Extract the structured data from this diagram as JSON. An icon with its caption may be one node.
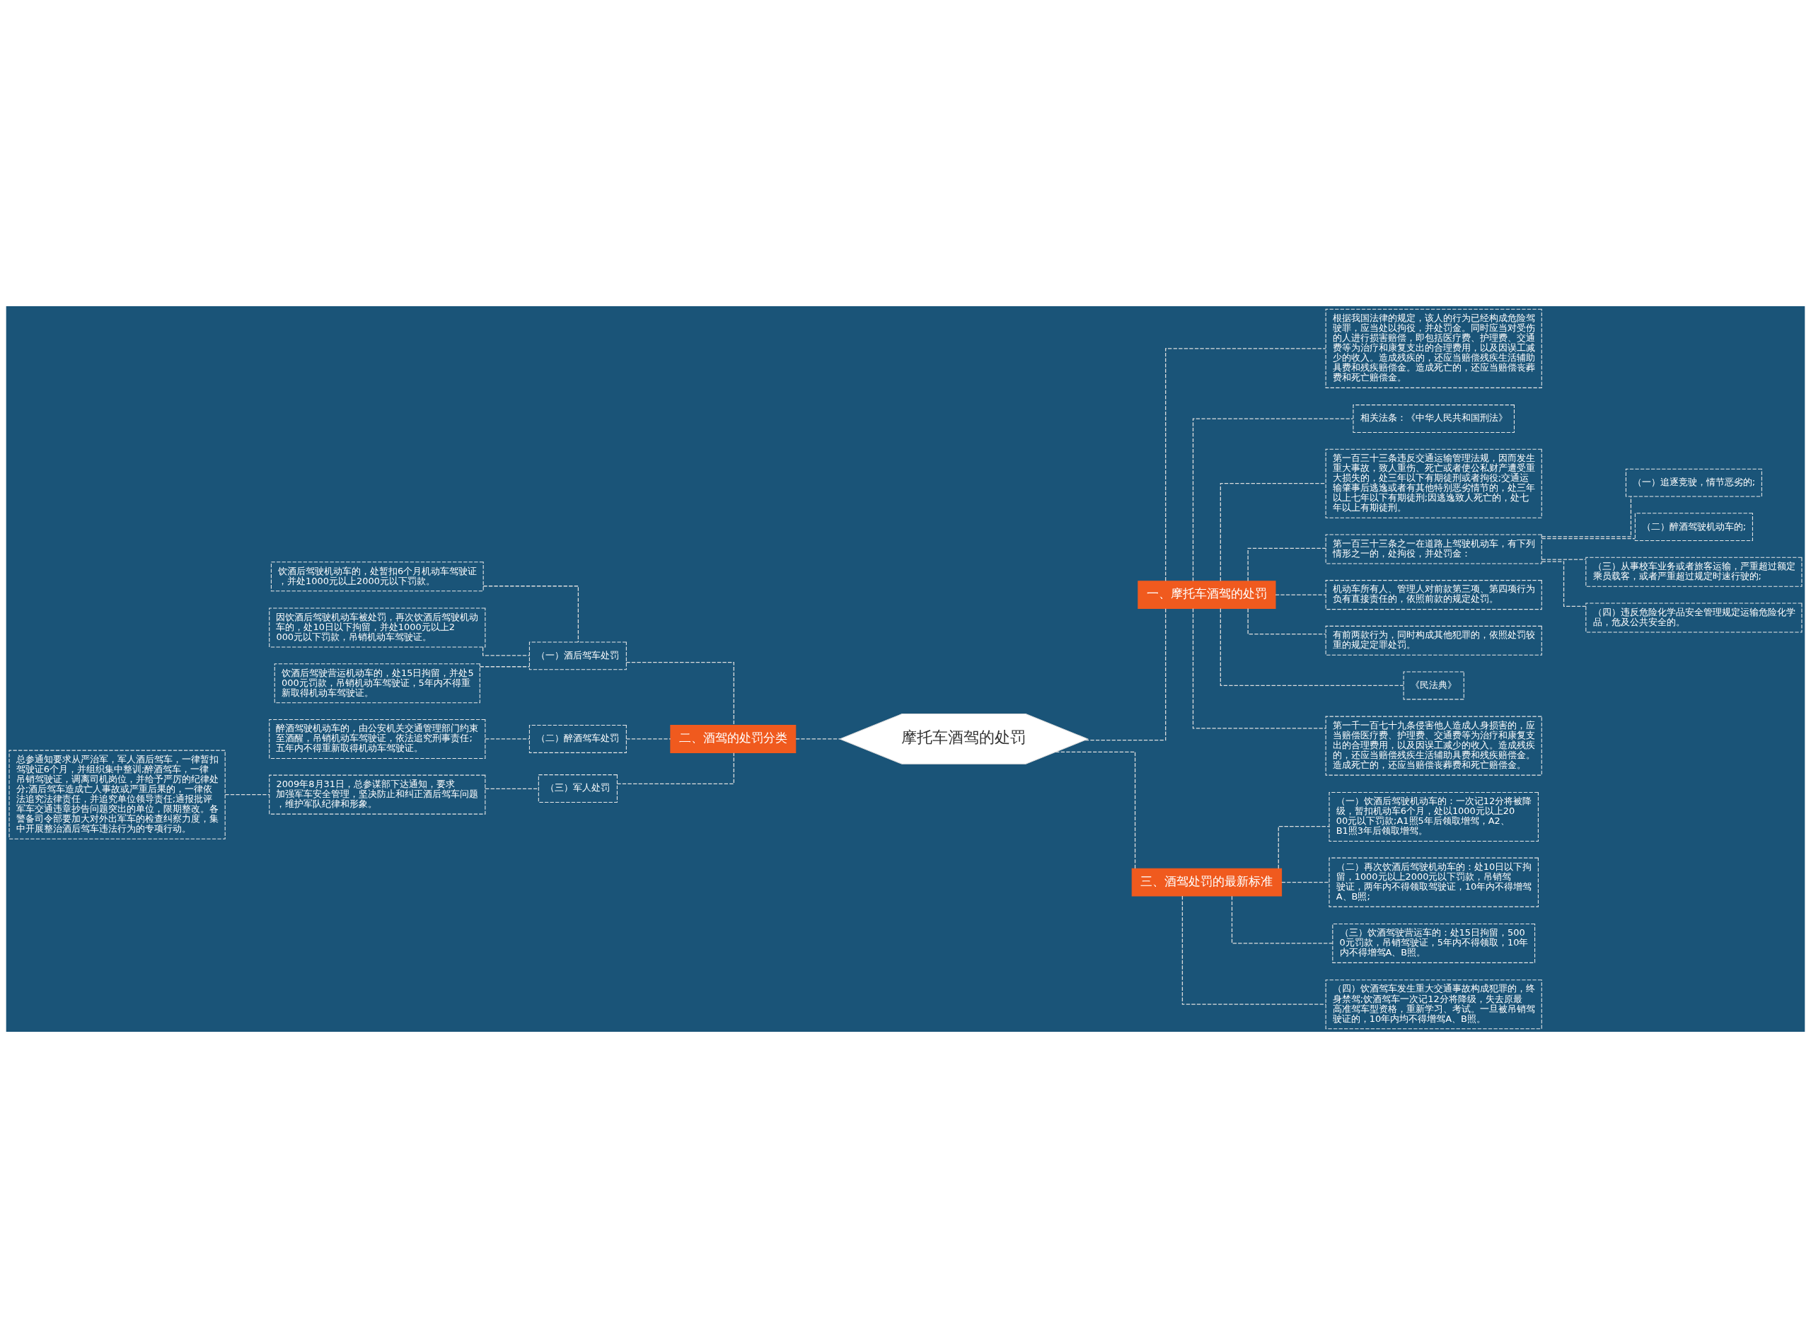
{
  "diagram": {
    "nodes": [
      {
        "text": [
          "摩托车酒驾的处罚"
        ]
      },
      {
        "text": [
          "一、摩托车酒驾的处罚"
        ]
      },
      {
        "text": [
          "根据我国法律的规定，该人的行为已经构成危险驾驶罪，应当处以拘役，并处罚金。同时应当对受伤的人进行损害赔偿，即包括医疗费、护理费、交通费等为治疗和康复支出的合理费用，以及因误工减少的收入。造成残疾的，还应当赔偿残疾生活辅助具费和残疾赔偿金。造成死亡的，还应当赔偿丧葬费和死亡赔偿金。"
        ]
      },
      {
        "text": [
          "相关法条：《中华人民共和国刑法》"
        ]
      },
      {
        "text": [
          "第一百三十三条违反交通运输管理法规，因而发生重大事故，致人重伤、死亡或者使公私财产遭受重大损失的，处三年以下有期徒刑或者拘役;交通运输肇事后逃逸或者有其他特别恶劣情节的，处三年以上七年以下有期徒刑;因逃逸致人死亡的，处七年以上有期徒刑。"
        ]
      },
      {
        "text": [
          "第一百三十三条之一在道路上驾驶机动车，有下列情形之一的，处拘役，并处罚金："
        ]
      },
      {
        "text": [
          "（一）追逐竞驶，情节恶劣的;"
        ]
      },
      {
        "text": [
          "（二）醉酒驾驶机动车的;"
        ]
      },
      {
        "text": [
          "（三）从事校车业务或者旅客运输，严重超过额定乘员载客，或者严重超过规定时速行驶的;"
        ]
      },
      {
        "text": [
          "（四）违反危险化学品安全管理规定运输危险化学品，危及公共安全的。"
        ]
      },
      {
        "text": [
          "机动车所有人、管理人对前款第三项、第四项行为负有直接责任的，依照前款的规定处罚。"
        ]
      },
      {
        "text": [
          "有前两款行为，同时构成其他犯罪的，依照处罚较重的规定定罪处罚。"
        ]
      },
      {
        "text": [
          "《民法典》"
        ]
      },
      {
        "text": [
          "第一千一百七十九条侵害他人造成人身损害的，应当赔偿医疗费、护理费、交通费等为治疗和康复支出的合理费用，以及因误工减少的收入。造成残疾的，还应当赔偿残疾生活辅助具费和残疾赔偿金。造成死亡的，还应当赔偿丧葬费和死亡赔偿金。"
        ]
      },
      {
        "text": [
          "二、酒驾的处罚分类"
        ]
      },
      {
        "text": [
          "（一）酒后驾车处罚"
        ]
      },
      {
        "text": [
          "饮酒后驾驶机动车的，处暂扣6个月机动车驾驶证，并处1000元以上2000元以下罚款。"
        ]
      },
      {
        "text": [
          "因饮酒后驾驶机动车被处罚，再次饮酒后驾驶机动车的，处10日以下拘留，并处1000元以上2000元以下罚款，吊销机动车驾驶证。"
        ]
      },
      {
        "text": [
          "饮酒后驾驶营运机动车的，处15日拘留，并处5000元罚款，吊销机动车驾驶证，5年内不得重新取得机动车驾驶证。"
        ]
      },
      {
        "text": [
          "（二）醉酒驾车处罚"
        ]
      },
      {
        "text": [
          "醉酒驾驶机动车的，由公安机关交通管理部门约束至酒醒，吊销机动车驾驶证，依法追究刑事责任;五年内不得重新取得机动车驾驶证。"
        ]
      },
      {
        "text": [
          "（三）军人处罚"
        ]
      },
      {
        "text": [
          "2009年8月31日，总参谋部下达通知，要求加强军车安全管理，坚决防止和纠正酒后驾车问题，维护军队纪律和形象。"
        ]
      },
      {
        "text": [
          "总参通知要求从严治军，军人酒后驾车，一律暂扣驾驶证6个月，并组织集中整训;醉酒驾车，一律吊销驾驶证，调离司机岗位，并给予严厉的纪律处分;酒后驾车造成亡人事故或严重后果的，一律依法追究法律责任，并追究单位领导责任;通报批评军车交通违章抄告问题突出的单位，限期整改。各警备司令部要加大对外出军车的检查纠察力度，集中开展整治酒后驾车违法行为的专项行动。"
        ]
      },
      {
        "text": [
          "三、酒驾处罚的最新标准"
        ]
      },
      {
        "text": [
          "（一）饮酒后驾驶机动车的：一次记12分将被降级，暂扣机动车6个月，处以1000元以上2000元以下罚款;A1照5年后领取增驾，A2、B1照3年后领取增驾。"
        ]
      },
      {
        "text": [
          "（二）再次饮酒后驾驶机动车的：处10日以下拘留，1000元以上2000元以下罚款，吊销驾驶证，两年内不得领取驾驶证，10年内不得增驾A、B照;"
        ]
      },
      {
        "text": [
          "（三）饮酒驾驶营运车的：处15日拘留，5000元罚款，吊销驾驶证，5年内不得领取，10年内不得增驾A、B照。"
        ]
      },
      {
        "text": [
          "（四）饮酒驾车发生重大交通事故构成犯罪的，终身禁驾;饮酒驾车一次记12分将降级，失去原最高准驾车型资格，重新学习、考试。一旦被吊销驾驶证的，10年内均不得增驾A、B照。"
        ]
      }
    ],
    "edges": [
      {
        "from": 0,
        "to": 1,
        "arrow": "none",
        "style": "dashed"
      },
      {
        "from": 1,
        "to": 2,
        "arrow": "none",
        "style": "dashed"
      },
      {
        "from": 1,
        "to": 3,
        "arrow": "none",
        "style": "dashed"
      },
      {
        "from": 1,
        "to": 4,
        "arrow": "none",
        "style": "dashed"
      },
      {
        "from": 1,
        "to": 5,
        "arrow": "none",
        "style": "dashed"
      },
      {
        "from": 5,
        "to": 6,
        "arrow": "none",
        "style": "dashed"
      },
      {
        "from": 5,
        "to": 7,
        "arrow": "none",
        "style": "dashed"
      },
      {
        "from": 5,
        "to": 8,
        "arrow": "none",
        "style": "dashed"
      },
      {
        "from": 5,
        "to": 9,
        "arrow": "none",
        "style": "dashed"
      },
      {
        "from": 1,
        "to": 10,
        "arrow": "none",
        "style": "dashed"
      },
      {
        "from": 1,
        "to": 11,
        "arrow": "none",
        "style": "dashed"
      },
      {
        "from": 1,
        "to": 12,
        "arrow": "none",
        "style": "dashed"
      },
      {
        "from": 1,
        "to": 13,
        "arrow": "none",
        "style": "dashed"
      },
      {
        "from": 0,
        "to": 14,
        "arrow": "none",
        "style": "dashed"
      },
      {
        "from": 14,
        "to": 15,
        "arrow": "none",
        "style": "dashed"
      },
      {
        "from": 15,
        "to": 16,
        "arrow": "none",
        "style": "dashed"
      },
      {
        "from": 15,
        "to": 17,
        "arrow": "none",
        "style": "dashed"
      },
      {
        "from": 15,
        "to": 18,
        "arrow": "none",
        "style": "dashed"
      },
      {
        "from": 14,
        "to": 19,
        "arrow": "none",
        "style": "dashed"
      },
      {
        "from": 19,
        "to": 20,
        "arrow": "none",
        "style": "dashed"
      },
      {
        "from": 14,
        "to": 21,
        "arrow": "none",
        "style": "dashed"
      },
      {
        "from": 21,
        "to": 22,
        "arrow": "none",
        "style": "dashed"
      },
      {
        "from": 22,
        "to": 23,
        "arrow": "none",
        "style": "dashed"
      },
      {
        "from": 0,
        "to": 24,
        "arrow": "none",
        "style": "dashed"
      },
      {
        "from": 24,
        "to": 25,
        "arrow": "none",
        "style": "dashed"
      },
      {
        "from": 24,
        "to": 26,
        "arrow": "none",
        "style": "dashed"
      },
      {
        "from": 24,
        "to": 27,
        "arrow": "none",
        "style": "dashed"
      },
      {
        "from": 24,
        "to": 28,
        "arrow": "none",
        "style": "dashed"
      }
    ]
  }
}
